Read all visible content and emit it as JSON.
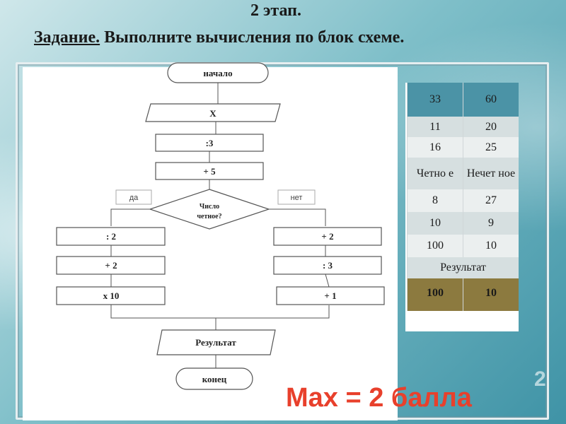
{
  "header": {
    "stage": "2 этап.",
    "task_label": "Задание.",
    "task_text": " Выполните вычисления по блок схеме."
  },
  "flowchart": {
    "start": "начало",
    "input": "Х",
    "step_div3": ":3",
    "step_plus5": "+ 5",
    "decision_line1": "Число",
    "decision_line2": "четное?",
    "yes_label": "да",
    "no_label": "нет",
    "yes_steps": [
      ": 2",
      "+ 2",
      "х 10"
    ],
    "no_steps": [
      "+ 2",
      ": 3",
      "+ 1"
    ],
    "output": "Результат",
    "end": "конец"
  },
  "table": {
    "rows": [
      [
        "33",
        "60"
      ],
      [
        "11",
        "20"
      ],
      [
        "16",
        "25"
      ],
      [
        "Четно е",
        "Нечет ное"
      ],
      [
        "8",
        "27"
      ],
      [
        "10",
        "9"
      ],
      [
        "100",
        "10"
      ]
    ],
    "result_label": "Результат",
    "final": [
      "100",
      "10"
    ]
  },
  "score": "Max = 2 балла"
}
